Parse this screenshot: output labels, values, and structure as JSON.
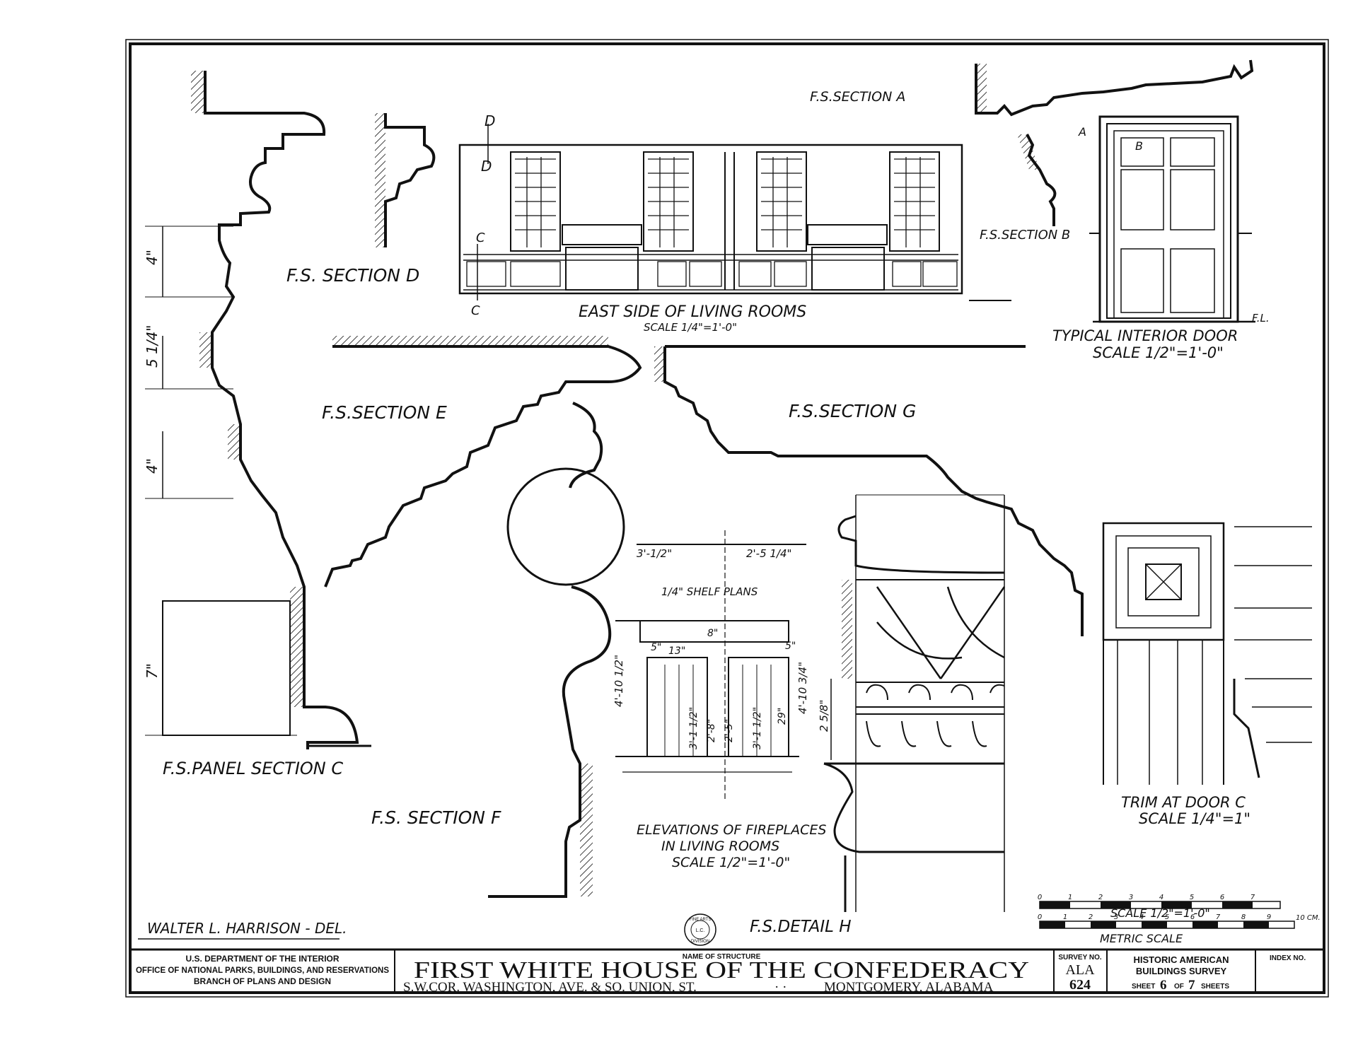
{
  "sheet": {
    "colors": {
      "ink": "#111111",
      "paper": "#ffffff"
    }
  },
  "labels": {
    "section_a": "F.S.SECTION A",
    "section_b": "F.S.SECTION B",
    "section_c": "F.S.PANEL SECTION C",
    "section_d": "F.S. SECTION D",
    "section_e": "F.S.SECTION E",
    "section_f": "F.S. SECTION F",
    "section_g": "F.S.SECTION G",
    "detail_h": "F.S.DETAIL H",
    "east_side_title": "EAST SIDE OF LIVING ROOMS",
    "east_side_scale": "SCALE 1/4\"=1'-0\"",
    "door_title": "TYPICAL INTERIOR DOOR",
    "door_scale": "SCALE 1/2\"=1'-0\"",
    "door_fl": "F.L.",
    "shelf_plans": "1/4\" SHELF PLANS",
    "fireplace_title_1": "ELEVATIONS OF FIREPLACES",
    "fireplace_title_2": "IN LIVING ROOMS",
    "fireplace_scale": "SCALE 1/2\"=1'-0\"",
    "trim_title": "TRIM AT DOOR C",
    "trim_scale": "SCALE 1/4\"=1\"",
    "scale_half": "SCALE 1/2\"=1'-0\"",
    "metric_scale": "METRIC SCALE",
    "metric_unit": "10 CM.",
    "delineator": "WALTER L. HARRISON - DEL.",
    "marker_a": "A",
    "marker_b": "B",
    "marker_c": "C",
    "marker_d": "D"
  },
  "dimensions": {
    "panel_4a": "4\"",
    "panel_5q": "5 1/4\"",
    "panel_4b": "4\"",
    "panel_7": "7\"",
    "shelf_left": "3'-1/2\"",
    "shelf_right": "2'-5 1/4\"",
    "fp_height_left": "4'-10 1/2\"",
    "fp_height_right": "4'-10 3/4\"",
    "fp_5a": "5\"",
    "fp_13": "13\"",
    "fp_8": "8\"",
    "fp_5b": "5\"",
    "fp_inner_1": "3'-1 1/2\"",
    "fp_inner_2": "2'-8\"",
    "fp_inner_3": "2'-5\"",
    "fp_inner_4": "3'-1 1/2\"",
    "fp_29": "29\"",
    "h_dim": "2 5/8\""
  },
  "scale_ticks_imperial": [
    "0",
    "1",
    "2",
    "3",
    "4",
    "5",
    "6",
    "7"
  ],
  "scale_ticks_metric": [
    "0",
    "1",
    "2",
    "3",
    "4",
    "5",
    "6",
    "7",
    "8",
    "9"
  ],
  "seal": {
    "line1": "FINE ARTS",
    "line2": "L.C.",
    "line3": "DIVISION"
  },
  "title_block": {
    "agency_1": "U.S. DEPARTMENT OF THE INTERIOR",
    "agency_2": "OFFICE OF NATIONAL PARKS, BUILDINGS, AND RESERVATIONS",
    "agency_3": "BRANCH OF PLANS AND DESIGN",
    "structure_caption": "NAME OF STRUCTURE",
    "structure_name": "FIRST WHITE HOUSE OF THE CONFEDERACY",
    "address_left": "S.W.COR. WASHINGTON, AVE. & SO. UNION, ST.",
    "address_sep": "· ·",
    "address_right": "MONTGOMERY, ALABAMA",
    "survey_caption": "SURVEY NO.",
    "survey_state": "ALA",
    "survey_number": "624",
    "habs_1": "HISTORIC AMERICAN",
    "habs_2": "BUILDINGS SURVEY",
    "sheet_word": "SHEET",
    "sheet_number": "6",
    "of_word": "OF",
    "sheet_total": "7",
    "sheets_word": "SHEETS",
    "index_caption": "INDEX NO."
  }
}
